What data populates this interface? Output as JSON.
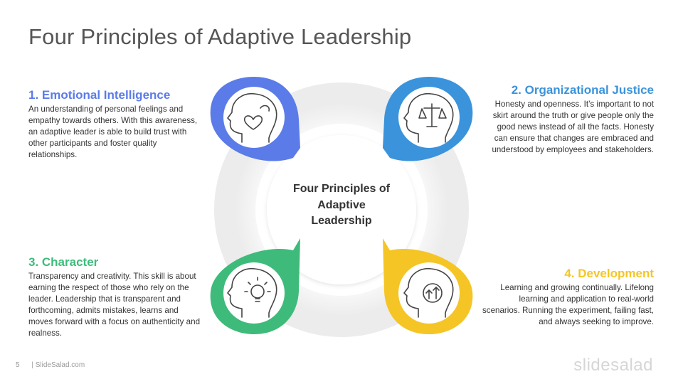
{
  "title": "Four Principles of Adaptive Leadership",
  "center_label": "Four Principles of Adaptive Leadership",
  "principles": [
    {
      "heading": "1. Emotional Intelligence",
      "text": "An understanding of personal feelings and empathy towards others. With this awareness, an adaptive leader is able to build trust with other participants and foster quality relationships.",
      "color": "#5B7BE8",
      "icon": "head-heart-icon"
    },
    {
      "heading": "2. Organizational Justice",
      "text": "Honesty and openness. It’s important to not skirt around the truth or give people only the good news instead of all the facts. Honesty can ensure that changes are embraced and understood by employees and stakeholders.",
      "color": "#3A93DB",
      "icon": "head-scales-icon"
    },
    {
      "heading": "3. Character",
      "text": "Transparency and creativity. This skill is about earning the respect of those who rely on the leader. Leadership that is transparent and forthcoming, admits mistakes, learns and moves forward with a focus on authenticity and realness.",
      "color": "#3EBB7A",
      "icon": "head-lightbulb-icon"
    },
    {
      "heading": "4. Development",
      "text": "Learning and growing continually. Lifelong learning and application to real-world scenarios. Running the experiment, failing fast, and always seeking to improve.",
      "color": "#F5C526",
      "icon": "head-growth-arrows-icon"
    }
  ],
  "footer": {
    "page_number": "5",
    "site": "| SlideSalad.com"
  },
  "brand": "slidesalad"
}
